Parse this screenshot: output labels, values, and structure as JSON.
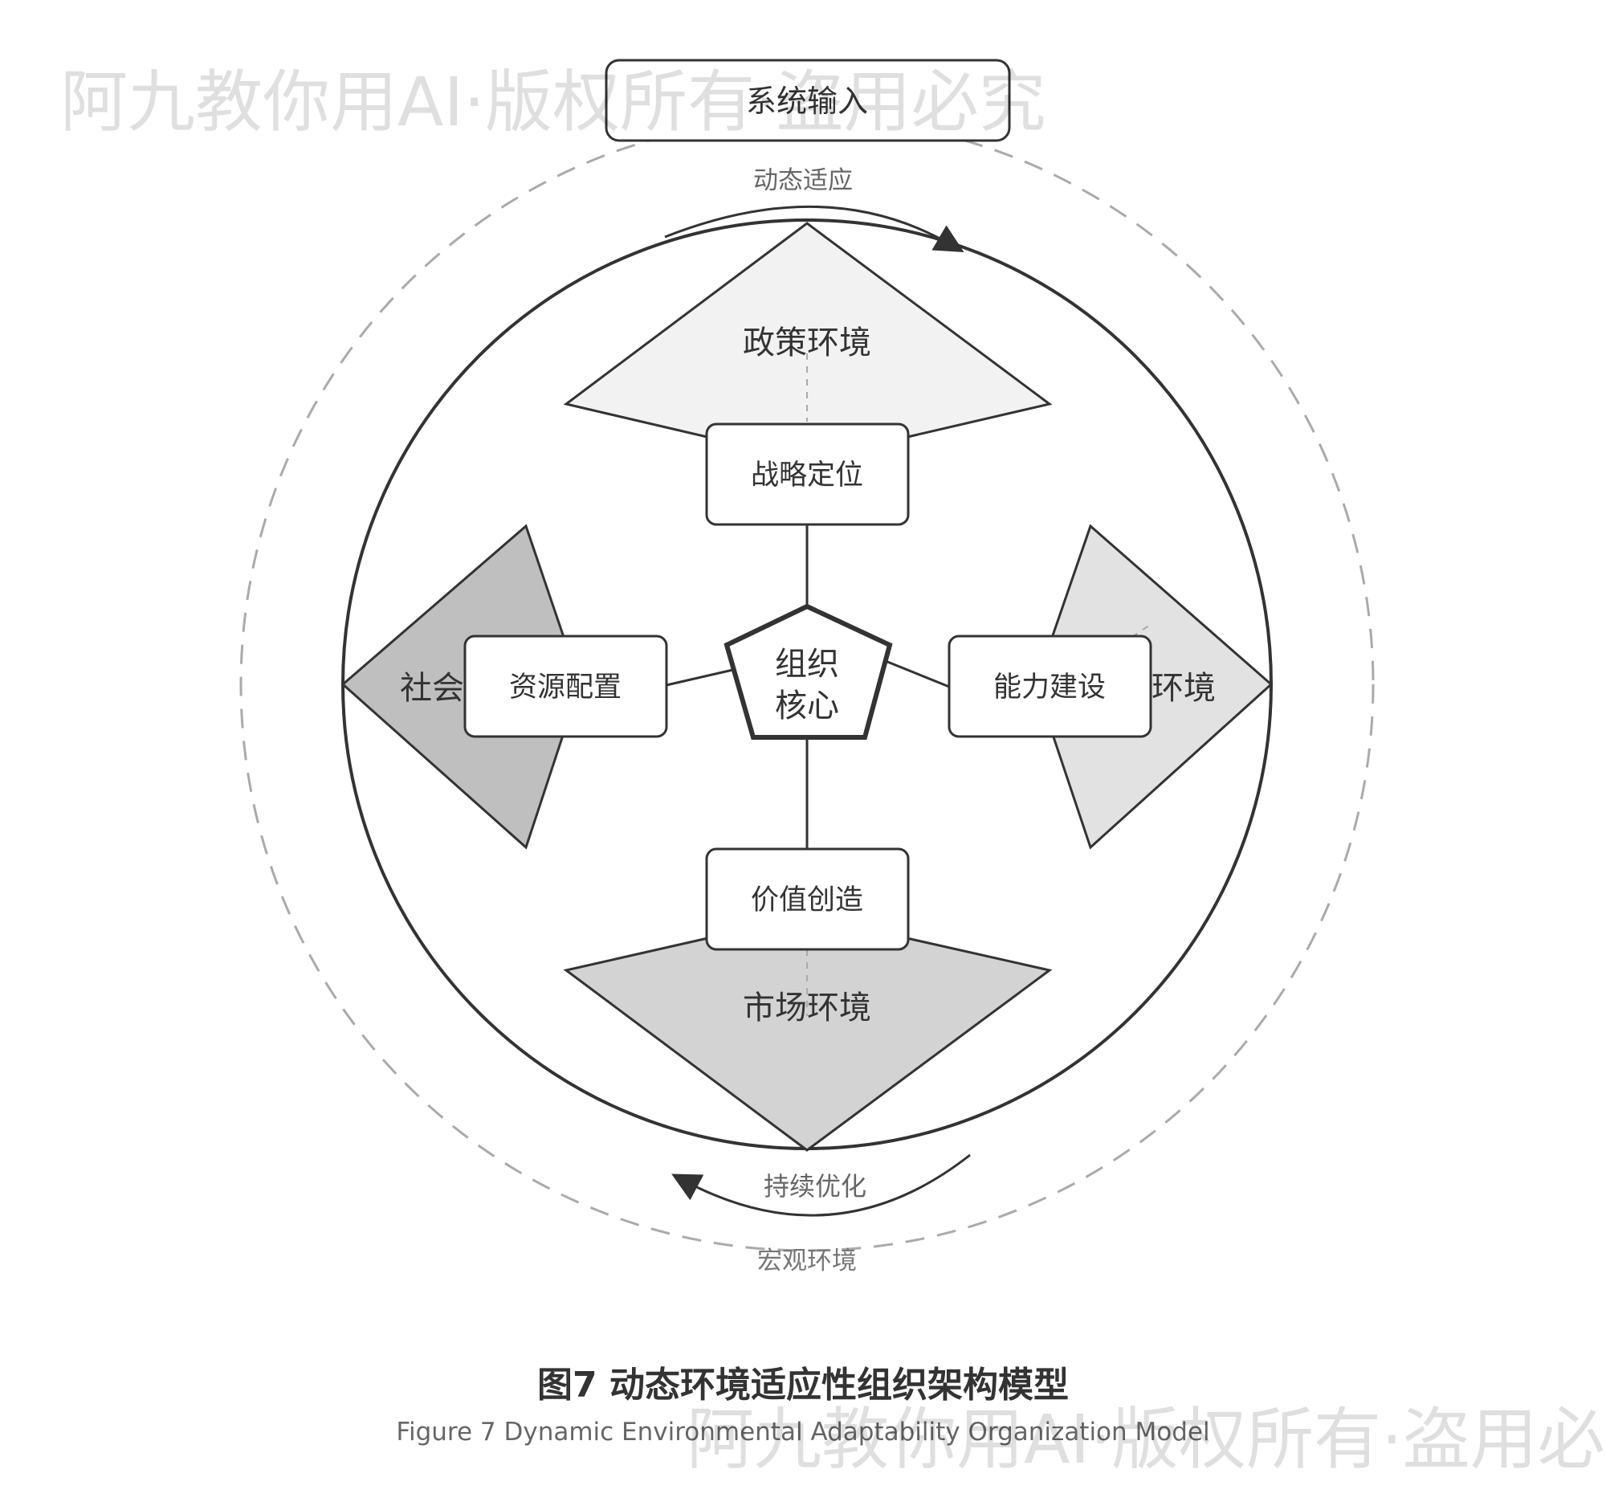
{
  "diagram": {
    "input_label": "系统输入",
    "top_arc_label": "动态适应",
    "bottom_arc_label": "持续优化",
    "outer_label": "宏观环境",
    "core_line1": "组织",
    "core_line2": "核心",
    "environments": {
      "top": "政策环境",
      "left": "社会",
      "right": "环境",
      "bottom": "市场环境"
    },
    "functions": {
      "top": "战略定位",
      "left": "资源配置",
      "right": "能力建设",
      "bottom": "价值创造"
    }
  },
  "caption": {
    "title_cn": "图7 动态环境适应性组织架构模型",
    "title_en": "Figure 7 Dynamic Environmental Adaptability Organization Model"
  },
  "watermark": "阿九教你用AI·版权所有·盗用必究",
  "colors": {
    "line": "#333333",
    "dashed": "#aaaaaa",
    "fill_top": "#f2f2f2",
    "fill_left": "#bfbfbf",
    "fill_right": "#e2e2e2",
    "fill_bottom": "#d3d3d3"
  }
}
